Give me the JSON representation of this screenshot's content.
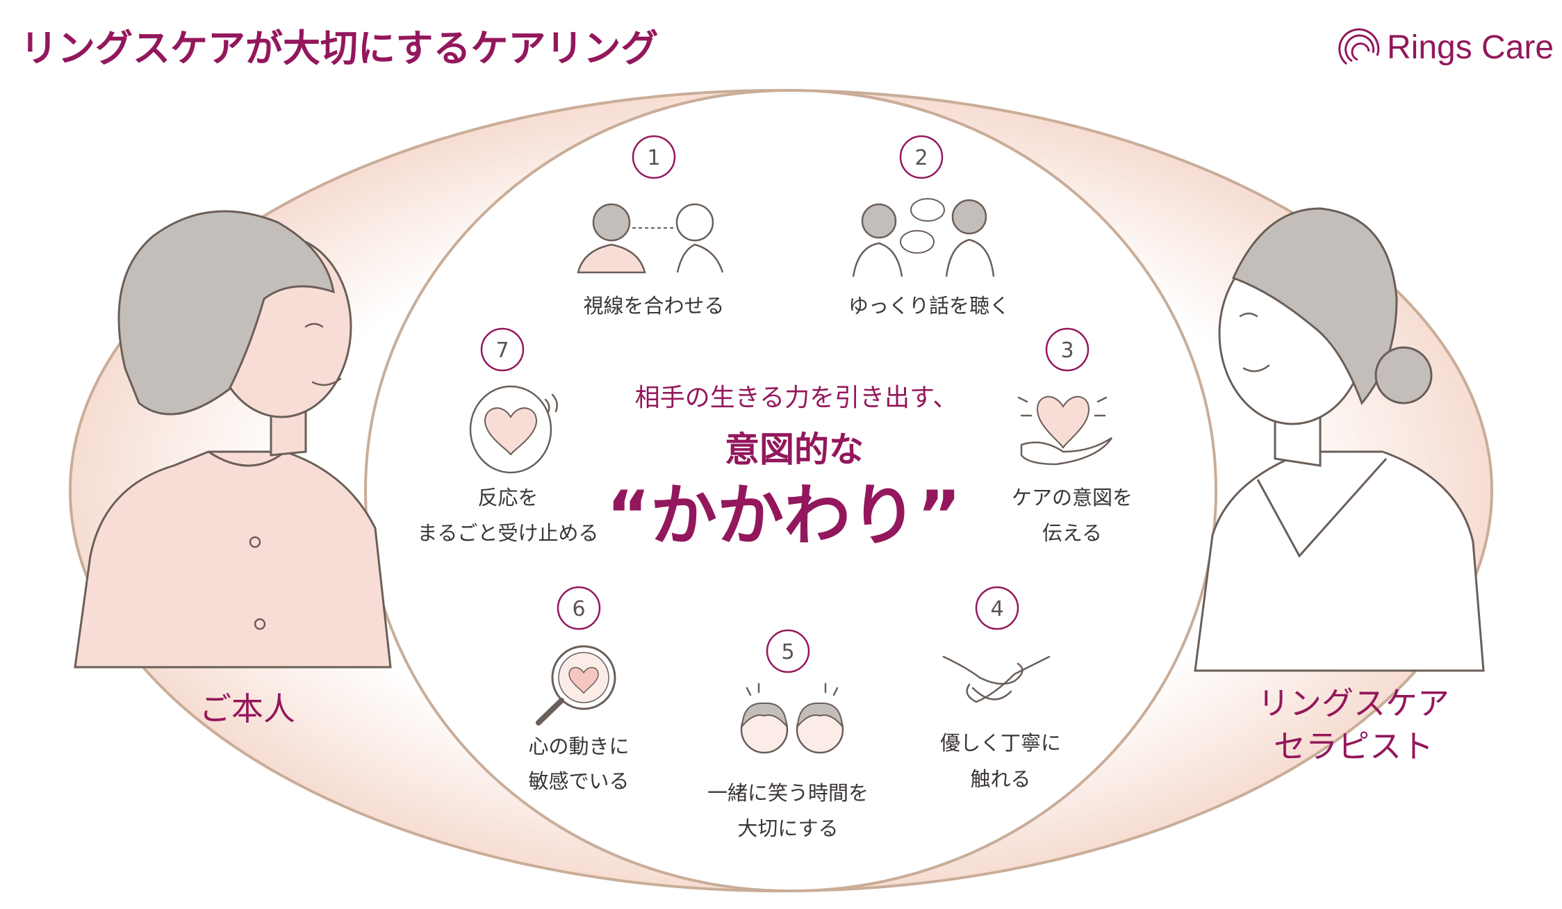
{
  "title": "リングスケアが大切にするケアリング",
  "logo": {
    "text": "Rings Care"
  },
  "center": {
    "line1": "相手の生きる力を引き出す、",
    "line2": "意図的な",
    "line3": "“かかわり”"
  },
  "left_person": {
    "label": "ご本人"
  },
  "right_person": {
    "label_line1": "リングスケア",
    "label_line2": "セラピスト"
  },
  "items": [
    {
      "number": "1",
      "lines": [
        "視線を合わせる"
      ]
    },
    {
      "number": "2",
      "lines": [
        "ゆっくり話を聴く"
      ]
    },
    {
      "number": "3",
      "lines": [
        "ケアの意図を",
        "伝える"
      ]
    },
    {
      "number": "4",
      "lines": [
        "優しく丁寧に",
        "触れる"
      ]
    },
    {
      "number": "5",
      "lines": [
        "一緒に笑う時間を",
        "大切にする"
      ]
    },
    {
      "number": "6",
      "lines": [
        "心の動きに",
        "敏感でいる"
      ]
    },
    {
      "number": "7",
      "lines": [
        "反応を",
        "まるごと受け止める"
      ]
    }
  ],
  "colors": {
    "accent": "#93175c",
    "ring": "#c9ad98",
    "skin": "#f8ddd6",
    "hair": "#c4bebb"
  }
}
